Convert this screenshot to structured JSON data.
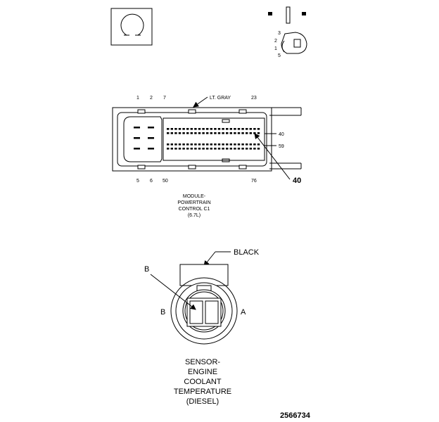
{
  "pcm_connector": {
    "pin_labels_top": [
      "1",
      "2",
      "7",
      "23"
    ],
    "pin_labels_bottom": [
      "5",
      "6",
      "50",
      "76"
    ],
    "color_label": "LT. GRAY",
    "side_labels": [
      "40",
      "59"
    ],
    "callout": "40",
    "caption_lines": [
      "MODULE-",
      "POWERTRAIN",
      "CONTROL C1",
      "(6.7L)"
    ]
  },
  "sensor_connector": {
    "color_label": "BLACK",
    "callout": "B",
    "cavity_left": "B",
    "cavity_right": "A",
    "caption_lines": [
      "SENSOR-",
      "ENGINE",
      "COOLANT",
      "TEMPERATURE",
      "(DIESEL)"
    ]
  },
  "lock_icon_numbers": [
    "3",
    "2",
    "1",
    "5"
  ],
  "figure_number": "2566734"
}
